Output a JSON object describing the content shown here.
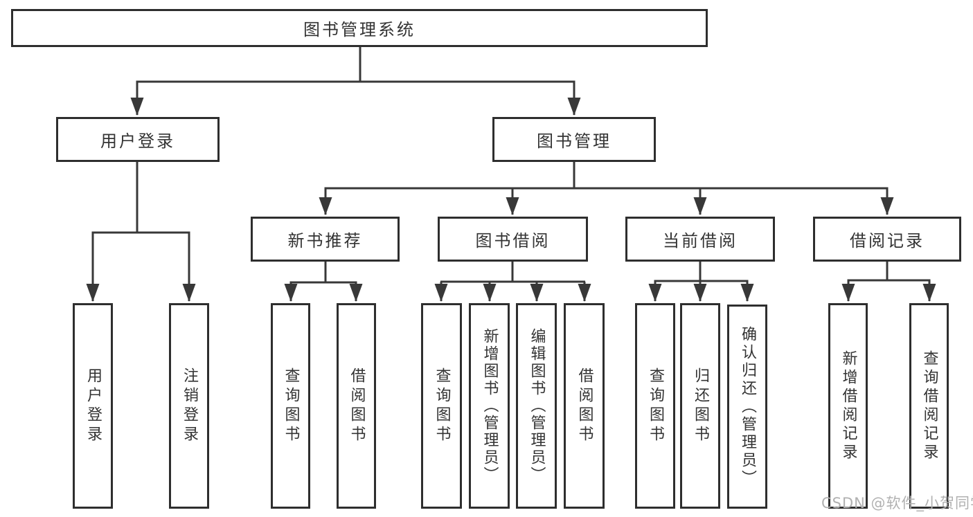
{
  "root": {
    "label": "图书管理系统"
  },
  "branches": [
    {
      "label": "用户登录",
      "children": [
        "用户登录",
        "注销登录"
      ]
    },
    {
      "label": "图书管理",
      "sections": [
        {
          "label": "新书推荐",
          "children": [
            "查询图书",
            "借阅图书"
          ]
        },
        {
          "label": "图书借阅",
          "children": [
            "查询图书",
            "新增图书（管理员）",
            "编辑图书（管理员）",
            "借阅图书"
          ]
        },
        {
          "label": "当前借阅",
          "children": [
            "查询图书",
            "归还图书",
            "确认归还（管理员）"
          ]
        },
        {
          "label": "借阅记录",
          "children": [
            "新增借阅记录",
            "查询借阅记录"
          ]
        }
      ]
    }
  ],
  "colors": {
    "line": "#383838",
    "border": "#2e2e2e",
    "text": "#333333",
    "watermark_text_color": "#b1b1b1"
  },
  "watermark": "CSDN @软件_小贺同学"
}
